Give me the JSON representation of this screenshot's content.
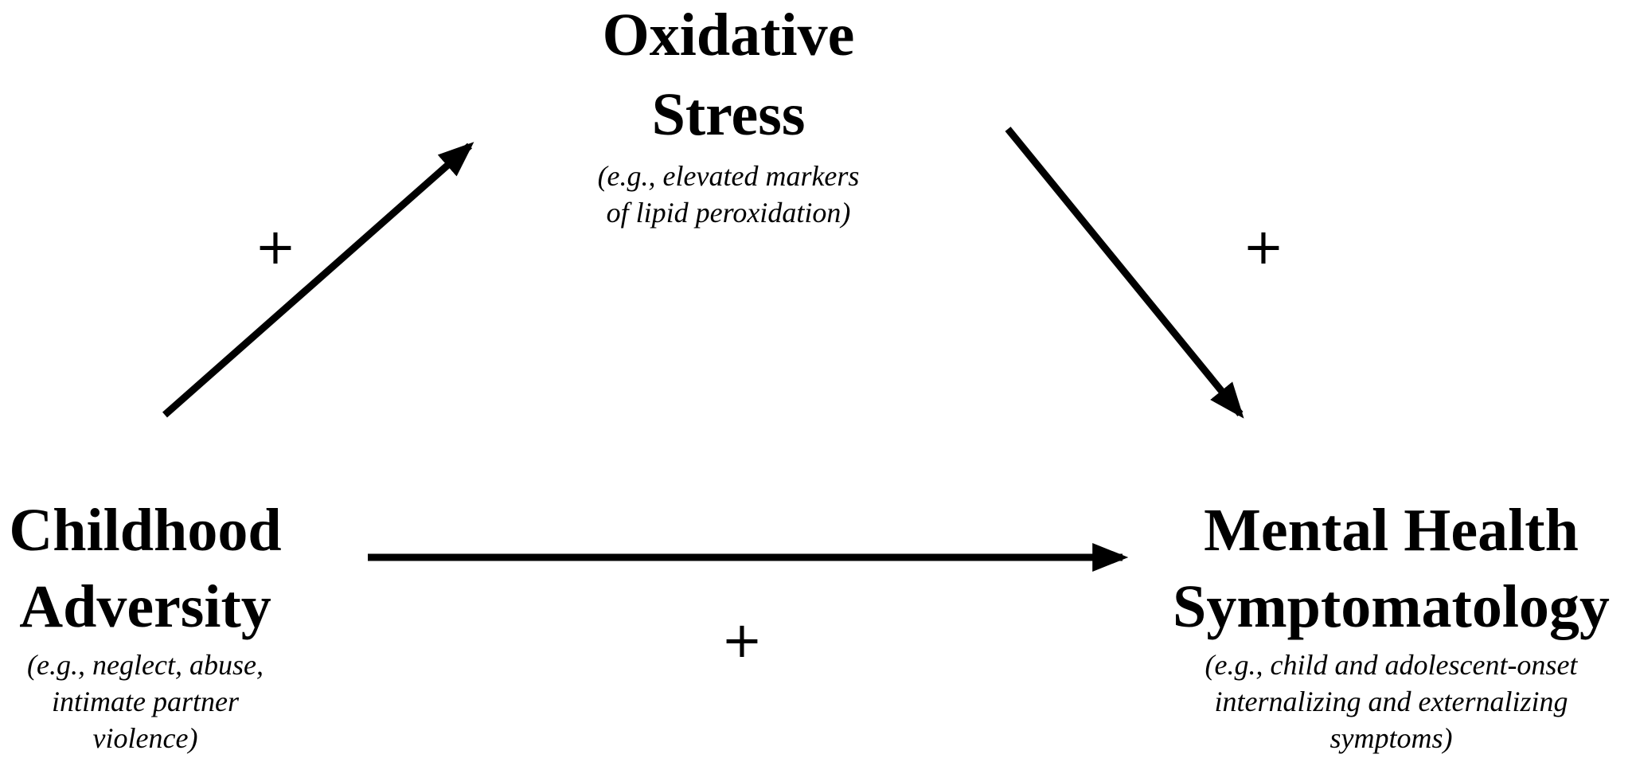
{
  "nodes": {
    "oxidative_stress": {
      "title": "Oxidative\nStress",
      "example": "(e.g., elevated markers\nof lipid peroxidation)"
    },
    "childhood_adversity": {
      "title": "Childhood\nAdversity",
      "example": "(e.g., neglect, abuse,\nintimate partner\nviolence)"
    },
    "mental_health": {
      "title": "Mental Health\nSymptomatology",
      "example": "(e.g., child and adolescent-onset\ninternalizing and externalizing\nsymptoms)"
    }
  },
  "edges": [
    {
      "from": "Childhood Adversity",
      "to": "Oxidative Stress",
      "sign": "+"
    },
    {
      "from": "Oxidative Stress",
      "to": "Mental Health Symptomatology",
      "sign": "+"
    },
    {
      "from": "Childhood Adversity",
      "to": "Mental Health Symptomatology",
      "sign": "+"
    }
  ],
  "colors": {
    "ink": "#000000",
    "background": "#ffffff"
  }
}
